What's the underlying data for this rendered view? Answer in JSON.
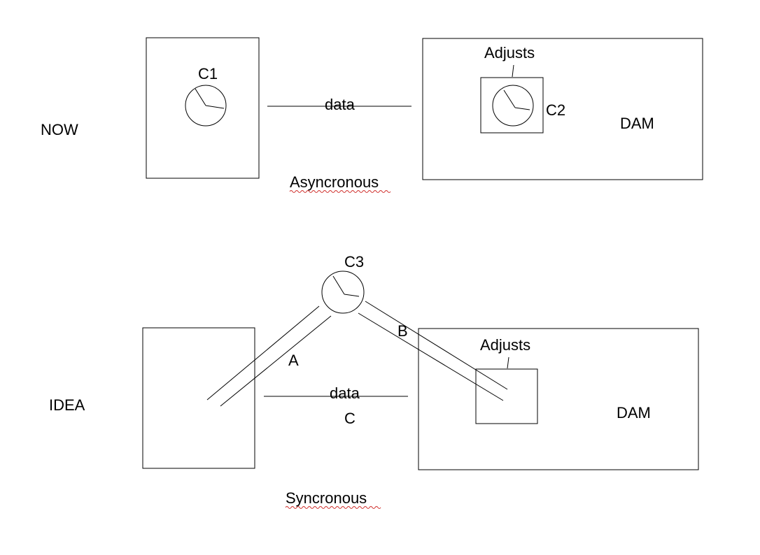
{
  "top": {
    "row_label": "NOW",
    "clock1_label": "C1",
    "link_label": "data",
    "adjusts_label": "Adjusts",
    "clock2_label": "C2",
    "dam_label": "DAM",
    "mode_label": "Asyncronous"
  },
  "bottom": {
    "row_label": "IDEA",
    "clock3_label": "C3",
    "link_a_label": "A",
    "link_b_label": "B",
    "data_label": "data",
    "link_c_label": "C",
    "adjusts_label": "Adjusts",
    "dam_label": "DAM",
    "mode_label": "Syncronous"
  },
  "colors": {
    "line": "#000000",
    "spellcheck_underline": "#d0302c"
  }
}
